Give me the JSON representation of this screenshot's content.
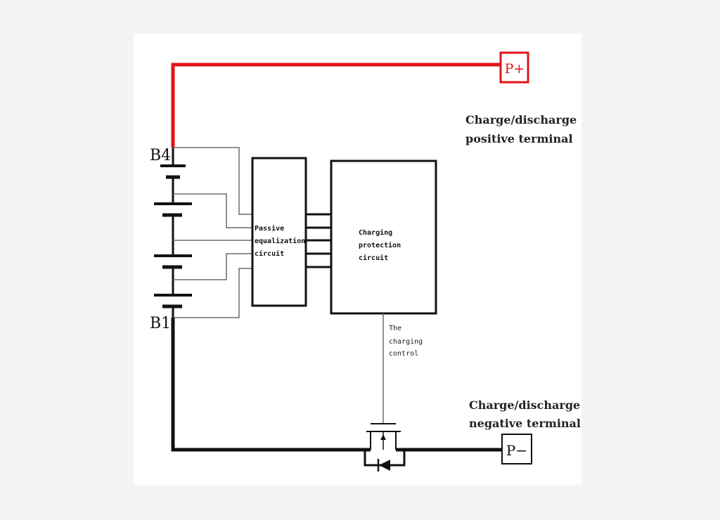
{
  "terminals": {
    "positive": {
      "label": "P+",
      "color": "#e0141a"
    },
    "negative": {
      "label": "P−",
      "color": "#111111"
    }
  },
  "cell_labels": {
    "top": "B4",
    "bottom": "B1"
  },
  "captions": {
    "positive_line1": "Charge/discharge",
    "positive_line2": "positive terminal",
    "negative_line1": "Charge/discharge",
    "negative_line2": "negative terminal"
  },
  "blocks": {
    "equalization": {
      "line1": "Passive",
      "line2": "equalization",
      "line3": "circuit"
    },
    "protection": {
      "line1": "Charging",
      "line2": "protection",
      "line3": "circuit"
    }
  },
  "control_label": {
    "line1": "The",
    "line2": "charging",
    "line3": "control"
  },
  "colors": {
    "positive_wire": "#e0141a",
    "negative_wire": "#111111",
    "thin_wire": "#6b6b6b",
    "background": "#ffffff",
    "page": "#f4f4f4"
  }
}
